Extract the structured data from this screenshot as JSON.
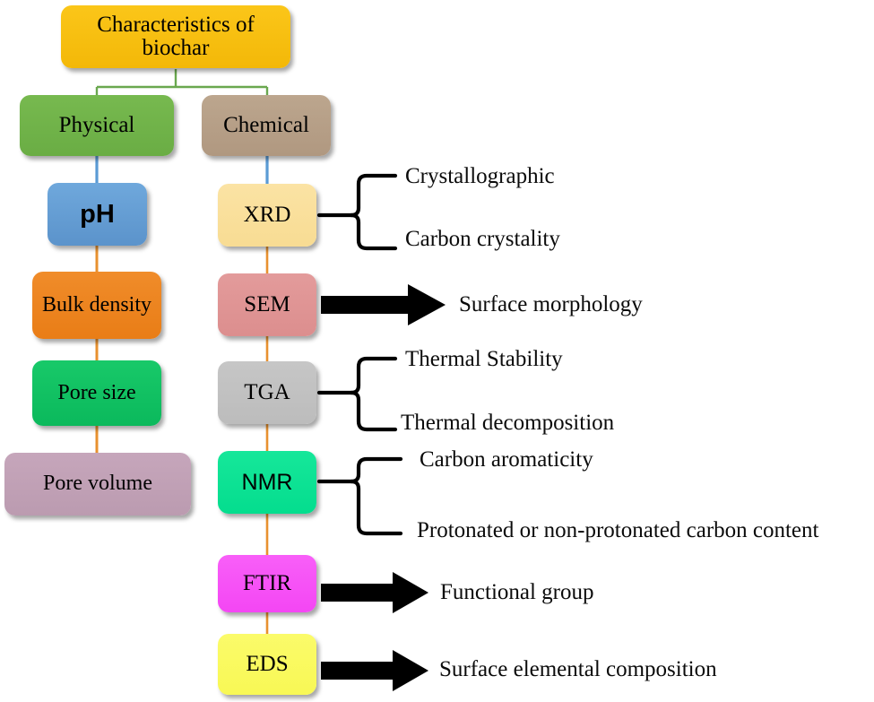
{
  "diagram": {
    "title": "Characteristics of biochar",
    "root": {
      "label": "Characteristics of biochar",
      "color": "#fbc619"
    },
    "branches": [
      {
        "label": "Physical",
        "color": "#77b94f"
      },
      {
        "label": "Chemical",
        "color": "#bca68e"
      }
    ],
    "physical_chain": [
      {
        "label": "pH",
        "color": "#6fa8dc"
      },
      {
        "label": "Bulk density",
        "color": "#f08c2a"
      },
      {
        "label": "Pore size",
        "color": "#18c969"
      },
      {
        "label": "Pore volume",
        "color": "#c6a6bb"
      }
    ],
    "chemical_chain": [
      {
        "label": "XRD",
        "color": "#fbe3a4",
        "connector": "brace",
        "outputs": [
          "Crystallographic",
          "Carbon crystality"
        ]
      },
      {
        "label": "SEM",
        "color": "#e39b9b",
        "connector": "arrow",
        "outputs": [
          "Surface morphology"
        ]
      },
      {
        "label": "TGA",
        "color": "#c6c6c6",
        "connector": "brace",
        "outputs": [
          "Thermal Stability",
          "Thermal decomposition"
        ]
      },
      {
        "label": "NMR",
        "color": "#16e79a",
        "connector": "brace",
        "outputs": [
          "Carbon aromaticity",
          "Protonated or non-protonated carbon content"
        ]
      },
      {
        "label": "FTIR",
        "color": "#f85ff8",
        "connector": "arrow",
        "outputs": [
          "Functional group"
        ]
      },
      {
        "label": "EDS",
        "color": "#fbfb6a",
        "connector": "arrow",
        "outputs": [
          "Surface elemental composition"
        ]
      }
    ],
    "connector_colors": {
      "root_branch": "#6aa84f",
      "branch_first": "#5b9bd5",
      "chain": "#e8912f",
      "brace": "#000000",
      "arrow": "#000000"
    },
    "outputs_flat": [
      "Crystallographic",
      "Carbon crystality",
      "Surface morphology",
      "Thermal Stability",
      "Thermal decomposition",
      "Carbon aromaticity",
      "Protonated or non-protonated carbon content",
      "Functional group",
      "Surface elemental composition"
    ]
  }
}
